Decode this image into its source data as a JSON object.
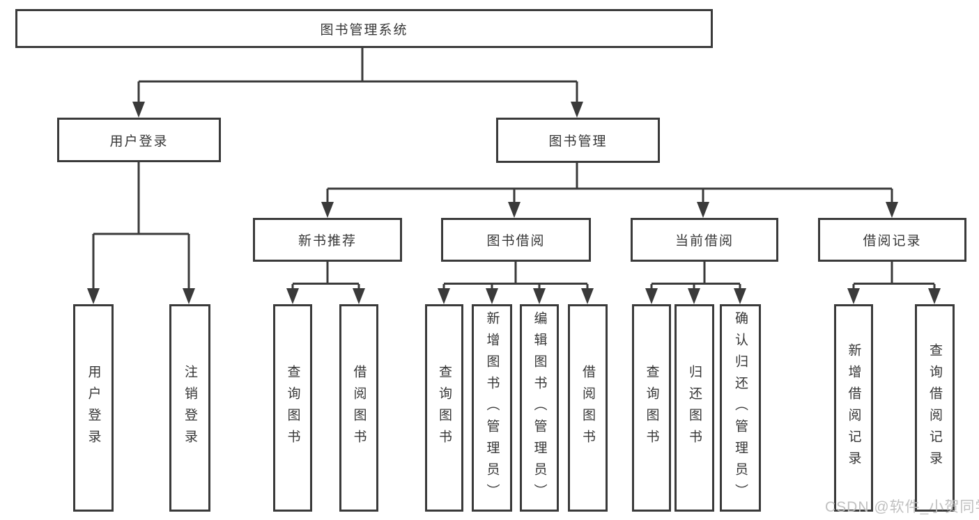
{
  "diagram_type": "function-structure-tree",
  "tree": {
    "label": "图书管理系统",
    "children": [
      {
        "label": "用户登录",
        "children": [
          {
            "label": "用户登录"
          },
          {
            "label": "注销登录"
          }
        ]
      },
      {
        "label": "图书管理",
        "children": [
          {
            "label": "新书推荐",
            "children": [
              {
                "label": "查询图书"
              },
              {
                "label": "借阅图书"
              }
            ]
          },
          {
            "label": "图书借阅",
            "children": [
              {
                "label": "查询图书"
              },
              {
                "label": "新增图书（管理员）"
              },
              {
                "label": "编辑图书（管理员）"
              },
              {
                "label": "借阅图书"
              }
            ]
          },
          {
            "label": "当前借阅",
            "children": [
              {
                "label": "查询图书"
              },
              {
                "label": "归还图书"
              },
              {
                "label": "确认归还（管理员）"
              }
            ]
          },
          {
            "label": "借阅记录",
            "children": [
              {
                "label": "新增借阅记录"
              },
              {
                "label": "查询借阅记录"
              }
            ]
          }
        ]
      }
    ]
  },
  "watermark": {
    "text": "CSDN @软件_小贺同学"
  },
  "colors": {
    "line": "#3a3a3a",
    "box_border": "#3a3a3a",
    "text": "#363636",
    "watermark": "#bdbdbd",
    "background": "#ffffff"
  }
}
